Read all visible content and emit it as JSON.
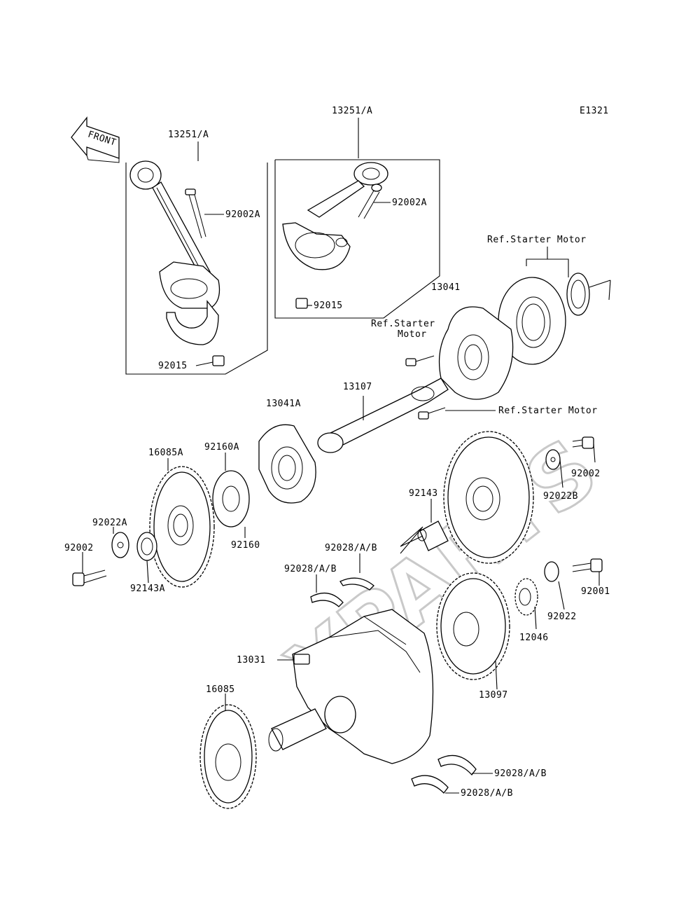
{
  "diagram_code": "E1321",
  "front_arrow": {
    "label": "FRONT"
  },
  "watermark": "XPARTS",
  "labels": [
    {
      "id": "13251a-left",
      "text": "13251/A"
    },
    {
      "id": "13251a-right",
      "text": "13251/A"
    },
    {
      "id": "92002a-left",
      "text": "92002A"
    },
    {
      "id": "92002a-right",
      "text": "92002A"
    },
    {
      "id": "92015-right",
      "text": "92015"
    },
    {
      "id": "92015-left",
      "text": "92015"
    },
    {
      "id": "ref-starter-1",
      "text": "Ref.Starter Motor"
    },
    {
      "id": "13041",
      "text": "13041"
    },
    {
      "id": "ref-starter-2a",
      "text": "Ref.Starter"
    },
    {
      "id": "ref-starter-2b",
      "text": "Motor"
    },
    {
      "id": "13107",
      "text": "13107"
    },
    {
      "id": "13041a",
      "text": "13041A"
    },
    {
      "id": "ref-starter-3",
      "text": "Ref.Starter Motor"
    },
    {
      "id": "16085a",
      "text": "16085A"
    },
    {
      "id": "92160a",
      "text": "92160A"
    },
    {
      "id": "92002-right",
      "text": "92002"
    },
    {
      "id": "92022b",
      "text": "92022B"
    },
    {
      "id": "92143",
      "text": "92143"
    },
    {
      "id": "92160",
      "text": "92160"
    },
    {
      "id": "92022a",
      "text": "92022A"
    },
    {
      "id": "92002-left",
      "text": "92002"
    },
    {
      "id": "92143a",
      "text": "92143A"
    },
    {
      "id": "92028-1",
      "text": "92028/A/B"
    },
    {
      "id": "92028-2",
      "text": "92028/A/B"
    },
    {
      "id": "92001",
      "text": "92001"
    },
    {
      "id": "92022",
      "text": "92022"
    },
    {
      "id": "12046",
      "text": "12046"
    },
    {
      "id": "13031",
      "text": "13031"
    },
    {
      "id": "13097",
      "text": "13097"
    },
    {
      "id": "16085",
      "text": "16085"
    },
    {
      "id": "92028-3",
      "text": "92028/A/B"
    },
    {
      "id": "92028-4",
      "text": "92028/A/B"
    }
  ]
}
